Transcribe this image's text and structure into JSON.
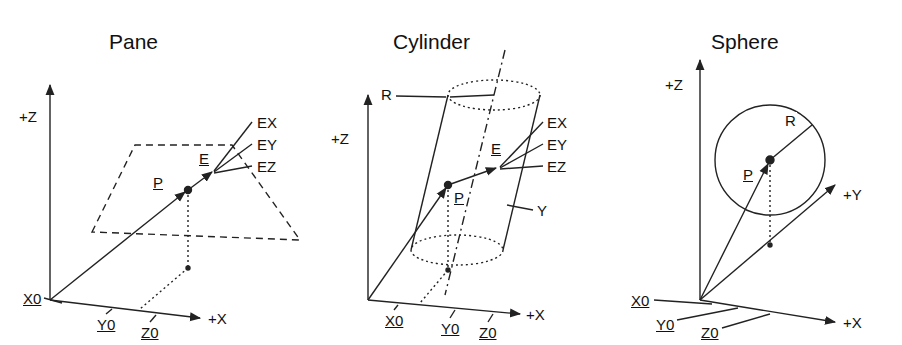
{
  "diagram": {
    "labels": [
      "Pane",
      "Cylinder",
      "Sphere",
      "R",
      "+Z",
      "EX",
      "EY",
      "EZ",
      "+Z",
      "EX",
      "EY",
      "EZ",
      "E",
      "E",
      "+Z",
      "R",
      "P",
      "P",
      "P",
      "+Y",
      "Y",
      "X0",
      "X0",
      "X0",
      "Y0",
      "Y0",
      "Y0",
      "Z0",
      "Z0",
      "Z0",
      "+X",
      "+X",
      "+X"
    ]
  }
}
